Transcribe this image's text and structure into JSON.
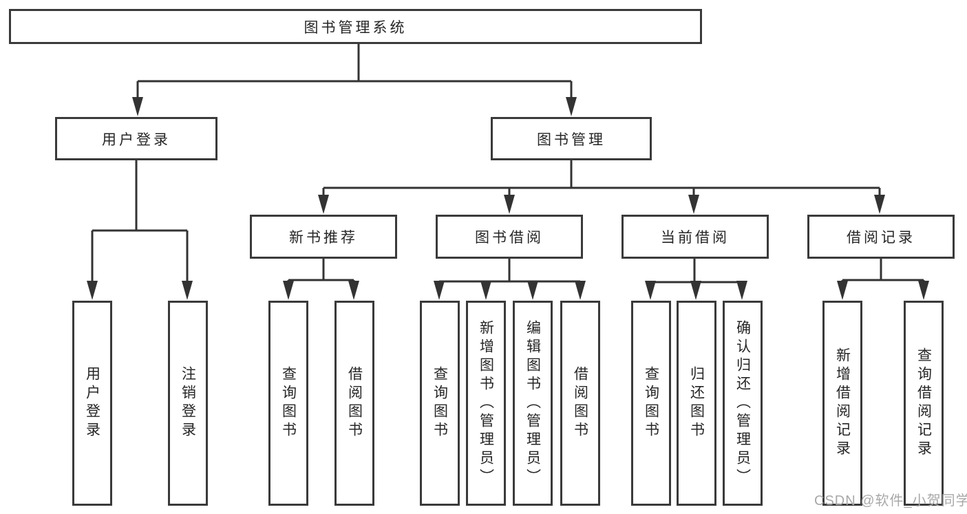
{
  "tree": {
    "root": "图书管理系统",
    "branches": [
      {
        "label": "用户登录",
        "children": [
          "用户登录",
          "注销登录"
        ]
      },
      {
        "label": "图书管理",
        "groups": [
          {
            "label": "新书推荐",
            "children": [
              "查询图书",
              "借阅图书"
            ]
          },
          {
            "label": "图书借阅",
            "children": [
              "查询图书",
              "新增图书（管理员）",
              "编辑图书（管理员）",
              "借阅图书"
            ]
          },
          {
            "label": "当前借阅",
            "children": [
              "查询图书",
              "归还图书",
              "确认归还（管理员）"
            ]
          },
          {
            "label": "借阅记录",
            "children": [
              "新增借阅记录",
              "查询借阅记录"
            ]
          }
        ]
      }
    ]
  },
  "watermark": "CSDN @软件_小贺同学",
  "colors": {
    "line": "#333333",
    "border": "#3a3a3a",
    "text": "#262626",
    "watermark": "#a8a8a8",
    "background": "#ffffff"
  }
}
